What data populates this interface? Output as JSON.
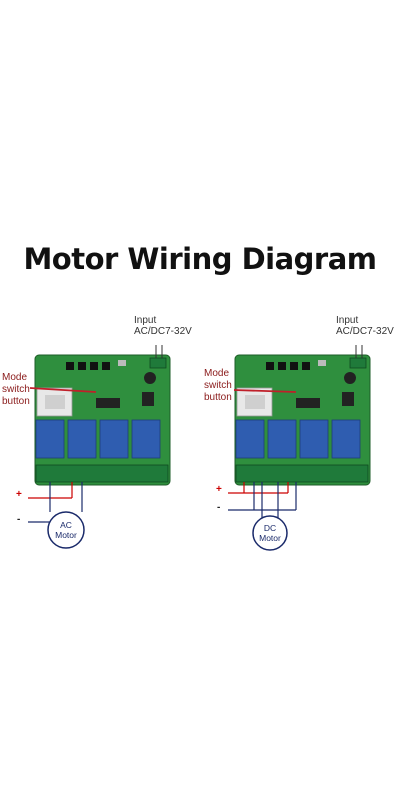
{
  "title": "Motor Wiring Diagram",
  "left": {
    "input_label_line1": "Input",
    "input_label_line2": "AC/DC7-32V",
    "mode_label_line1": "Mode",
    "mode_label_line2": "switch",
    "mode_label_line3": "button",
    "plus": "+",
    "minus": "-",
    "motor_line1": "AC",
    "motor_line2": "Motor"
  },
  "right": {
    "input_label_line1": "Input",
    "input_label_line2": "AC/DC7-32V",
    "mode_label_line1": "Mode",
    "mode_label_line2": "switch",
    "mode_label_line3": "button",
    "plus": "+",
    "minus": "-",
    "motor_line1": "DC",
    "motor_line2": "Motor"
  },
  "colors": {
    "board": "#2f8f3e",
    "relay": "#2f5db0",
    "terminal": "#1f7a3a",
    "annotation": "#8a1a1a",
    "motor_circle": "#1a2a6a"
  }
}
